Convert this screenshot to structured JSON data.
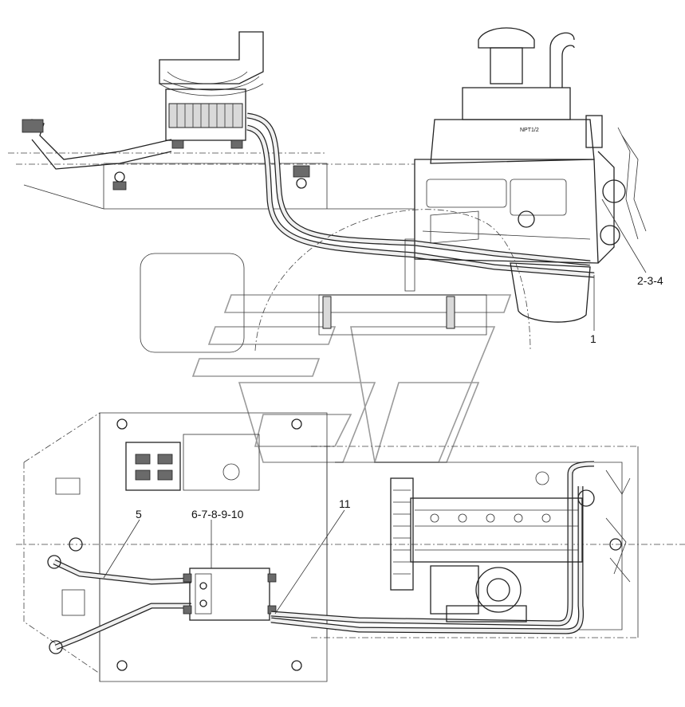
{
  "labels": {
    "callout_2_3_4": "2-3-4",
    "callout_1": "1",
    "callout_5": "5",
    "callout_6_10": "6-7-8-9-10",
    "callout_11": "11"
  },
  "engine_block_note": "NPT1/2",
  "colors": {
    "line": "#222222",
    "background": "#ffffff",
    "watermark": "#9a9a9a"
  }
}
